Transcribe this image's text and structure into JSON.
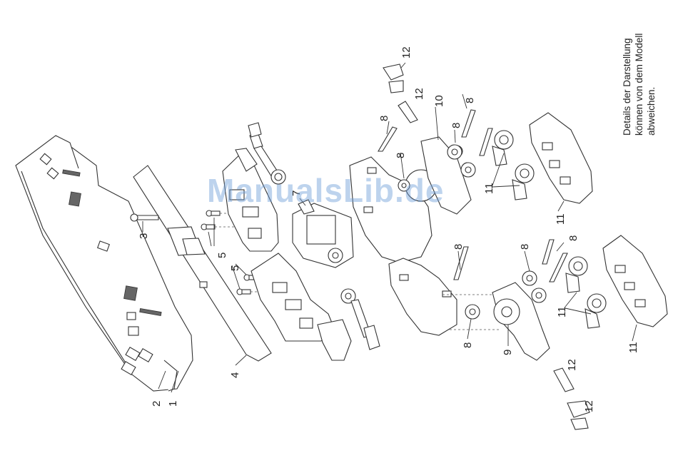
{
  "note": {
    "line1": "Details der Darstellung",
    "line2": "können von dem Modell",
    "line3": "abweichen."
  },
  "watermark": "ManualsLib.de",
  "callouts": {
    "c1": "1",
    "c2": "2",
    "c3": "3",
    "c4": "4",
    "c5a": "5",
    "c5b": "5",
    "c7": "7",
    "c8a": "8",
    "c8b": "8",
    "c8c": "8",
    "c8d": "8",
    "c8e": "8",
    "c8f": "8",
    "c8g": "8",
    "c8h": "8",
    "c9": "9",
    "c10": "10",
    "c11a": "11",
    "c11b": "11",
    "c11c": "11",
    "c11d": "11",
    "c12a": "12",
    "c12b": "12",
    "c12c": "12",
    "c12d": "12"
  }
}
